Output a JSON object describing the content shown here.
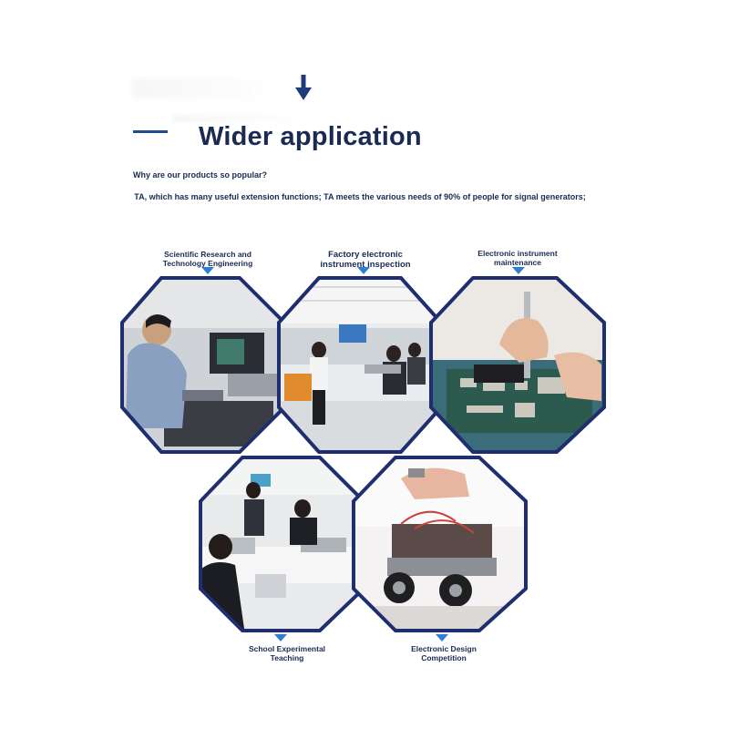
{
  "header": {
    "title": "Wider application",
    "question": "Why are our products so popular?",
    "description": "TA, which has many useful extension functions; TA meets the various needs of 90% of people for signal generators;"
  },
  "applications": [
    {
      "label": "Scientific Research and Technology Engineering",
      "line1": "Scientific Research and",
      "line2": "Technology Engineering",
      "scene": "lab-engineer-photo"
    },
    {
      "label": "Factory electronic instrument inspection",
      "line1": "Factory electronic",
      "line2": "instrument inspection",
      "scene": "factory-workers-photo"
    },
    {
      "label": "Electronic instrument maintenance",
      "line1": "Electronic instrument",
      "line2": "maintenance",
      "scene": "circuit-board-repair-photo"
    },
    {
      "label": "School Experimental Teaching",
      "line1": "School Experimental",
      "line2": "Teaching",
      "scene": "classroom-lab-photo"
    },
    {
      "label": "Electronic Design Competition",
      "line1": "Electronic Design",
      "line2": "Competition",
      "scene": "robot-car-photo"
    }
  ],
  "colors": {
    "octagon_border": "#1f2e6e",
    "pointer_triangle": "#2d7fd3",
    "title_text": "#1a2a52",
    "accent_bar": "#1f4c8f"
  },
  "icons": [
    "down-arrow-icon",
    "pointer-triangle-icon"
  ]
}
